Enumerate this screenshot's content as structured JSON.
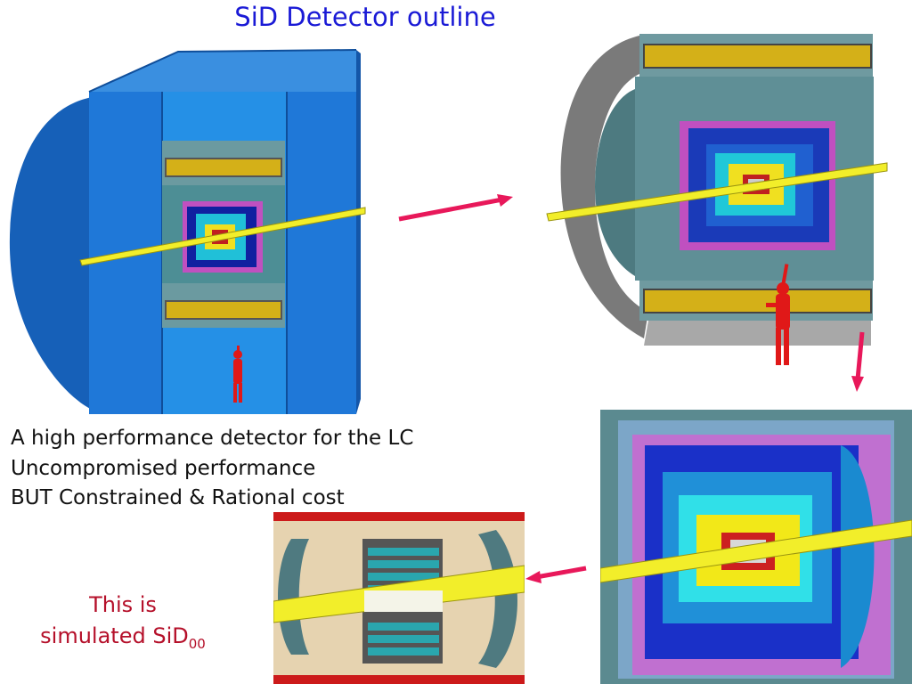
{
  "slide": {
    "title": "SiD Detector outline",
    "bullets": [
      "A high performance detector for the LC",
      "Uncompromised performance",
      "BUT Constrained & Rational cost"
    ],
    "note": {
      "line1": "This is",
      "line2_prefix": "simulated SiD",
      "line2_subscript": "00"
    }
  },
  "colors": {
    "title": "#1a1ad6",
    "note": "#b5102a",
    "arrow": "#e8185a",
    "iron_blue": "#1f78d8",
    "beam_yellow": "#f2ee2a",
    "figure_red": "#e01818"
  }
}
